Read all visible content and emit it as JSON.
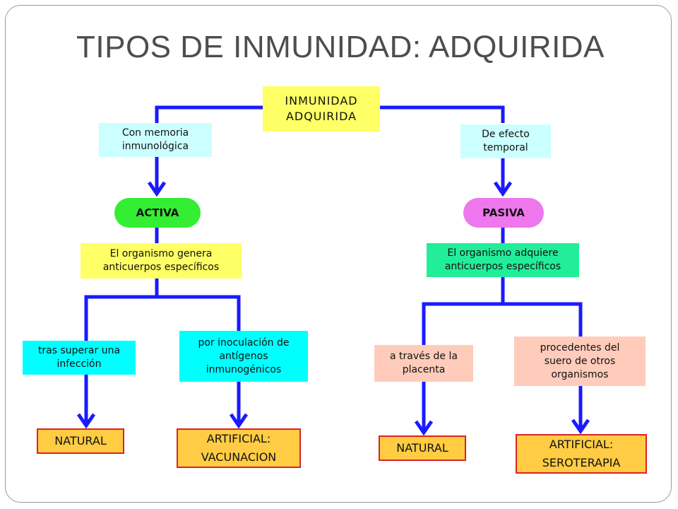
{
  "slide": {
    "title": "TIPOS DE INMUNIDAD: ADQUIRIDA"
  },
  "diagram": {
    "root": "INMUNIDAD\nADQUIRIDA",
    "left": {
      "property": "Con memoria\ninmunológica",
      "type": "ACTIVA",
      "description": "El organismo genera\nanticuerpos específicos",
      "branches": [
        {
          "mechanism": "tras superar una\ninfección",
          "result": "NATURAL"
        },
        {
          "mechanism": "por inoculación de\nantígenos\ninmunogénicos",
          "result": "ARTIFICIAL:\nVACUNACION"
        }
      ]
    },
    "right": {
      "property": "De efecto\ntemporal",
      "type": "PASIVA",
      "description": "El organismo adquiere\nanticuerpos específicos",
      "branches": [
        {
          "mechanism": "a través de la\nplacenta",
          "result": "NATURAL"
        },
        {
          "mechanism": "procedentes del\nsuero de otros\norganismos",
          "result": "ARTIFICIAL:\nSEROTERAPIA"
        }
      ]
    },
    "colors": {
      "connector": "#1a1aff",
      "root_fill": "#ffff66",
      "property_fill": "#ccffff",
      "active_fill": "#33ee33",
      "passive_fill": "#ee77ee",
      "result_border": "#dd2222",
      "result_fill": "#ffcc44"
    }
  }
}
